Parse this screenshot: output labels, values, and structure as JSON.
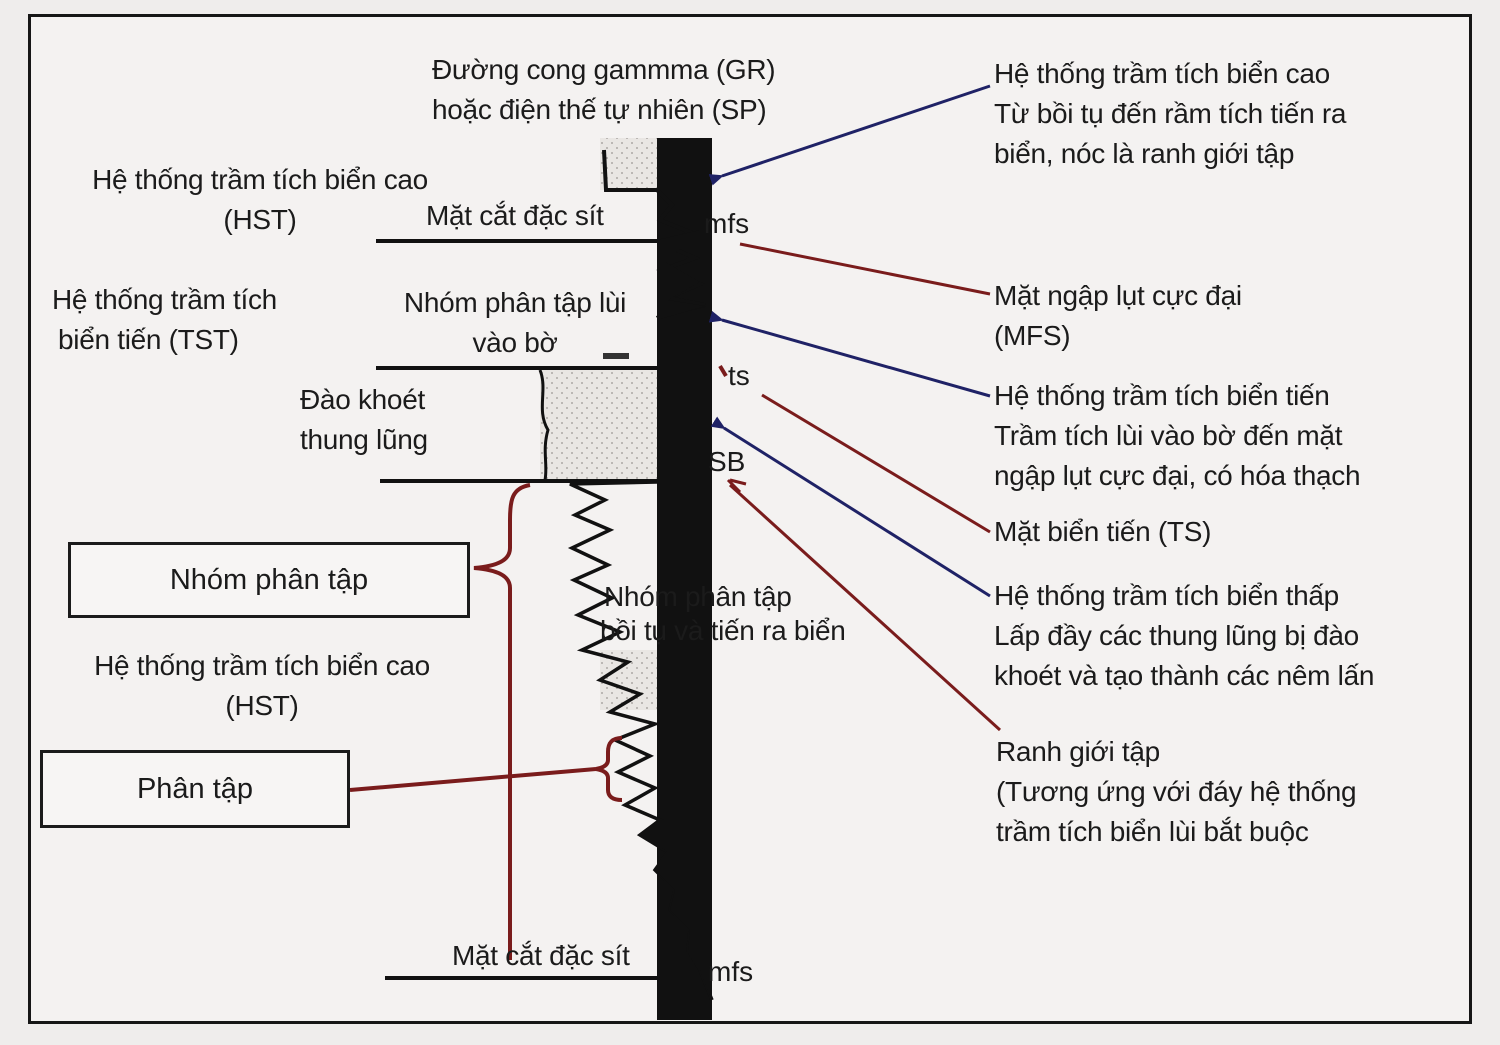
{
  "curve_title": [
    "Đường cong gammma (GR)",
    "hoặc điện thế tự nhiên (SP)"
  ],
  "left": {
    "hst_top": [
      "Hệ thống trầm tích biển cao",
      "(HST)"
    ],
    "condensed_top": "Mặt cắt đặc sít",
    "tst": [
      "Hệ thống trầm tích",
      "biển tiến (TST)"
    ],
    "retro_group": [
      "Nhóm phân tập lùi",
      "vào bờ"
    ],
    "valley": [
      "Đào khoét",
      "thung lũng"
    ],
    "box_parasequence_set": "Nhóm phân tập",
    "prograde_group": [
      "Nhóm phân tập",
      "bồi tụ và tiến ra biển"
    ],
    "hst_bottom": [
      "Hệ thống trầm tích biển cao",
      "(HST)"
    ],
    "box_parasequence": "Phân tập",
    "condensed_bottom": "Mặt cắt đặc sít"
  },
  "tags": {
    "mfs_top": "mfs",
    "ts": "ts",
    "sb": "SB",
    "mfs_bottom": "mfs"
  },
  "right": {
    "hst_desc": [
      "Hệ thống trầm tích biển cao",
      "Từ bồi tụ đến rầm tích tiến ra",
      "biển, nóc là ranh giới tập"
    ],
    "mfs_desc": [
      "Mặt ngập lụt cực đại",
      "(MFS)"
    ],
    "tst_desc": [
      "Hệ thống trầm tích biển tiến",
      "Trầm tích lùi vào bờ đến mặt",
      "ngập lụt cực đại, có hóa thạch"
    ],
    "ts_desc": "Mặt biển tiến (TS)",
    "lst_desc": [
      "Hệ thống trầm tích biển thấp",
      "Lấp đầy các thung lũng bị đào",
      "khoét và tạo thành các nêm lấn"
    ],
    "sb_desc": [
      "Ranh giới tập",
      "(Tương ứng với đáy hệ thống",
      "trầm tích biển lùi bắt buộc"
    ]
  },
  "colors": {
    "arrow_blue": "#1f2266",
    "arrow_red": "#7a1c1c",
    "column": "#111111",
    "sand": "#e4e1de"
  }
}
